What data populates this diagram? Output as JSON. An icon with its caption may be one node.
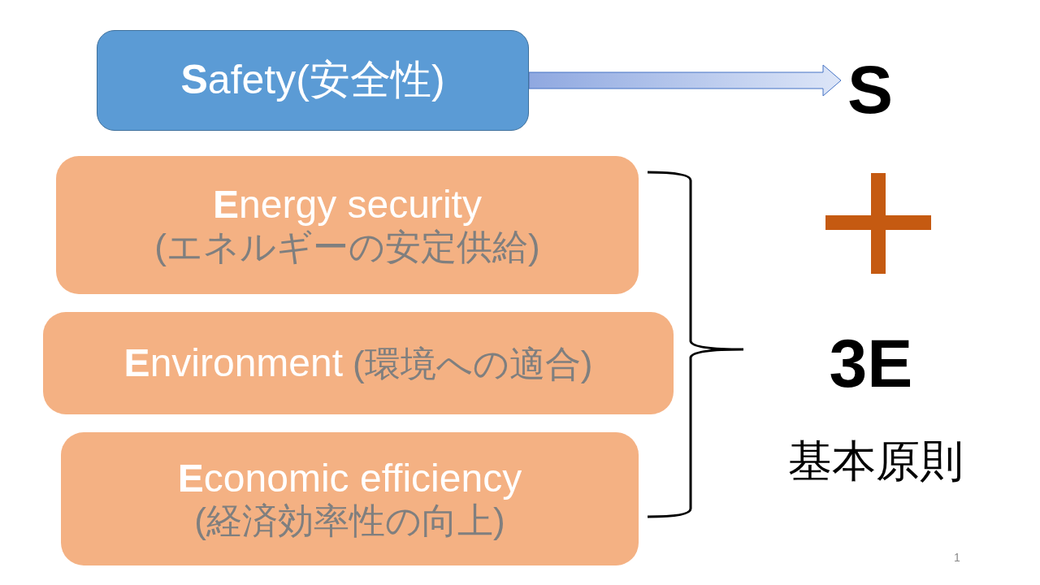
{
  "diagram": {
    "nodes": [
      {
        "text": [
          "**S**afety(安全性)"
        ]
      },
      {
        "text": [
          "**E**nergy security",
          "(エネルギーの安定供給)"
        ]
      },
      {
        "text": [
          "**E**nvironment",
          "(環境への適合)"
        ]
      },
      {
        "text": [
          "**E**conomic efficiency",
          "(経済効率性の向上)"
        ]
      },
      {
        "text": [
          "S"
        ]
      }
    ],
    "edges": [
      {
        "from": 0,
        "to": 4,
        "arrow": "to"
      }
    ],
    "labels": [
      "3E",
      "基本原則",
      "1"
    ]
  }
}
